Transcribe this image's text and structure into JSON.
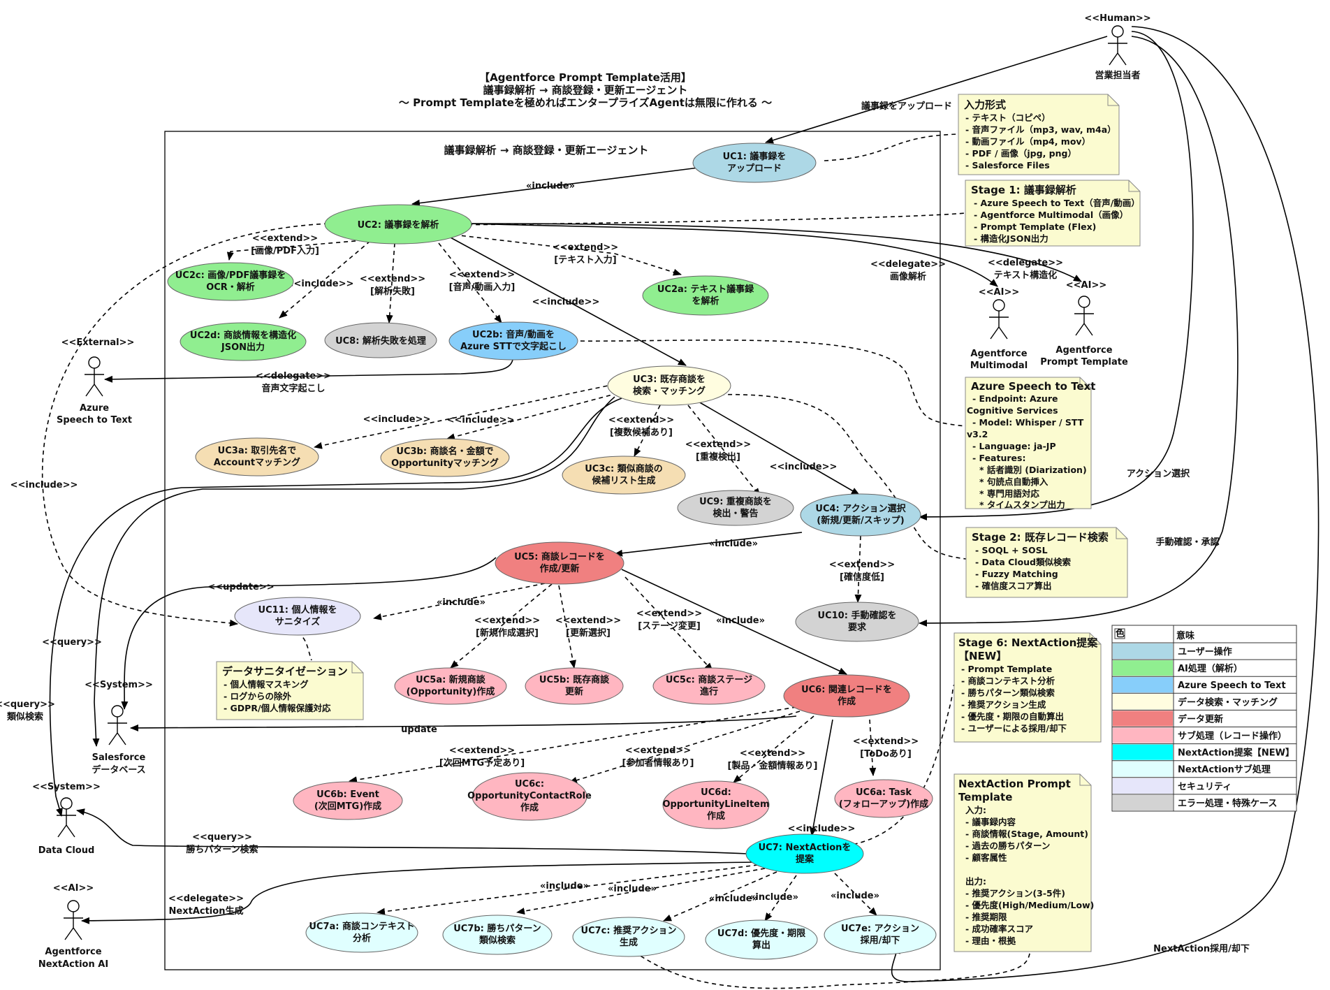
{
  "title": {
    "lines": [
      "【Agentforce Prompt Template活用】",
      "議事録解析 → 商談登録・更新エージェント",
      "〜 Prompt Templateを極めればエンタープライズAgentは無限に作れる 〜"
    ]
  },
  "system_title": "議事録解析 → 商談登録・更新エージェント",
  "actors": {
    "human": {
      "stereo": "<<Human>>",
      "name": [
        "営業担当者"
      ]
    },
    "azure": {
      "stereo": "<<External>>",
      "name": [
        "Azure",
        "Speech to Text"
      ]
    },
    "sfdb": {
      "stereo": "<<System>>",
      "name": [
        "Salesforce",
        "データベース"
      ]
    },
    "datacloud": {
      "stereo": "<<System>>",
      "name": [
        "Data Cloud"
      ]
    },
    "nextai": {
      "stereo": "<<AI>>",
      "name": [
        "Agentforce",
        "NextAction AI"
      ]
    },
    "multimodal": {
      "stereo": "<<AI>>",
      "name": [
        "Agentforce",
        "Multimodal"
      ]
    },
    "prompt": {
      "stereo": "<<AI>>",
      "name": [
        "Agentforce",
        "Prompt Template"
      ]
    }
  },
  "usecases": {
    "uc1": [
      "UC1: 議事録を",
      "アップロード"
    ],
    "uc2": [
      "UC2: 議事録を解析"
    ],
    "uc2c": [
      "UC2c: 画像/PDF議事録を",
      "OCR・解析"
    ],
    "uc2a": [
      "UC2a: テキスト議事録",
      "を解析"
    ],
    "uc2d": [
      "UC2d: 商談情報を構造化",
      "JSON出力"
    ],
    "uc8": [
      "UC8: 解析失敗を処理"
    ],
    "uc2b": [
      "UC2b: 音声/動画を",
      "Azure STTで文字起こし"
    ],
    "uc3": [
      "UC3: 既存商談を",
      "検索・マッチング"
    ],
    "uc3a": [
      "UC3a: 取引先名で",
      "Accountマッチング"
    ],
    "uc3b": [
      "UC3b: 商談名・金額で",
      "Opportunityマッチング"
    ],
    "uc3c": [
      "UC3c: 類似商談の",
      "候補リスト生成"
    ],
    "uc9": [
      "UC9: 重複商談を",
      "検出・警告"
    ],
    "uc4": [
      "UC4: アクション選択",
      "(新規/更新/スキップ)"
    ],
    "uc5": [
      "UC5: 商談レコードを",
      "作成/更新"
    ],
    "uc11": [
      "UC11: 個人情報を",
      "サニタイズ"
    ],
    "uc10": [
      "UC10: 手動確認を",
      "要求"
    ],
    "uc5a": [
      "UC5a: 新規商談",
      "(Opportunity)作成"
    ],
    "uc5b": [
      "UC5b: 既存商談",
      "更新"
    ],
    "uc5c": [
      "UC5c: 商談ステージ",
      "進行"
    ],
    "uc6": [
      "UC6: 関連レコードを",
      "作成"
    ],
    "uc6b": [
      "UC6b: Event",
      "(次回MTG)作成"
    ],
    "uc6c": [
      "UC6c:",
      "OpportunityContactRole",
      "作成"
    ],
    "uc6d": [
      "UC6d:",
      "OpportunityLineItem",
      "作成"
    ],
    "uc6a": [
      "UC6a: Task",
      "(フォローアップ)作成"
    ],
    "uc7": [
      "UC7: NextActionを",
      "提案"
    ],
    "uc7a": [
      "UC7a: 商談コンテキスト",
      "分析"
    ],
    "uc7b": [
      "UC7b: 勝ちパターン",
      "類似検索"
    ],
    "uc7c": [
      "UC7c: 推奨アクション",
      "生成"
    ],
    "uc7d": [
      "UC7d: 優先度・期限",
      "算出"
    ],
    "uc7e": [
      "UC7e: アクション",
      "採用/却下"
    ]
  },
  "edge_labels": {
    "upload": "議事録をアップロード",
    "include": "«include»",
    "include2": "<<include>>",
    "extend": "<<extend>>",
    "delegate": "<<delegate>>",
    "query": "<<query>>",
    "update": "<<update>>",
    "update_plain": "update",
    "img_pdf": "[画像/PDF入力]",
    "text_in": "[テキスト入力]",
    "parse_fail": "[解析失敗]",
    "av_in": "[音声/動画入力]",
    "img_parse": "画像解析",
    "text_struct": "テキスト構造化",
    "stt": "音声文字起こし",
    "multi_cand": "[複数候補あり]",
    "dup_detect": "[重複検出]",
    "low_conf": "[確信度低]",
    "new_sel": "[新規作成選択]",
    "upd_sel": "[更新選択]",
    "stage_chg": "[ステージ変更]",
    "next_mtg": "[次回MTG予定あり]",
    "attendees": "[参加者情報あり]",
    "products": "[製品・金額情報あり]",
    "todo": "[ToDoあり]",
    "similar": "類似検索",
    "win_pattern": "勝ちパターン検索",
    "na_gen": "NextAction生成",
    "action_sel": "アクション選択",
    "manual_ok": "手動確認・承認",
    "na_adopt": "NextAction採用/却下"
  },
  "notes": {
    "input": {
      "title": "入力形式",
      "lines": [
        "- テキスト（コピペ）",
        "- 音声ファイル（mp3, wav, m4a）",
        "- 動画ファイル（mp4, mov）",
        "- PDF / 画像（jpg, png）",
        "- Salesforce Files"
      ]
    },
    "stage1": {
      "title": "Stage 1: 議事録解析",
      "lines": [
        "- Azure Speech to Text（音声/動画）",
        "- Agentforce Multimodal（画像）",
        "- Prompt Template (Flex)",
        "- 構造化JSON出力"
      ]
    },
    "azure": {
      "title": "Azure Speech to Text",
      "lines": [
        "- Endpoint: Azure",
        "Cognitive Services",
        "- Model: Whisper / STT",
        "v3.2",
        "- Language: ja-JP",
        "- Features:",
        "* 話者識別 (Diarization)",
        "* 句読点自動挿入",
        "* 専門用語対応",
        "* タイムスタンプ出力"
      ]
    },
    "stage2": {
      "title": "Stage 2: 既存レコード検索",
      "lines": [
        "- SOQL + SOSL",
        "- Data Cloud類似検索",
        "- Fuzzy Matching",
        "- 確信度スコア算出"
      ]
    },
    "sanitize": {
      "title": "データサニタイゼーション",
      "lines": [
        "- 個人情報マスキング",
        "- ログからの除外",
        "- GDPR/個人情報保護対応"
      ]
    },
    "stage6": {
      "title": "Stage 6: NextAction提案",
      "title2": "【NEW】",
      "lines": [
        "- Prompt Template",
        "- 商談コンテキスト分析",
        "- 勝ちパターン類似検索",
        "- 推奨アクション生成",
        "- 優先度・期限の自動算出",
        "- ユーザーによる採用/却下"
      ]
    },
    "naprompt": {
      "title": "NextAction Prompt",
      "title2": "Template",
      "lines": [
        "入力:",
        "- 議事録内容",
        "- 商談情報(Stage, Amount)",
        "- 過去の勝ちパターン",
        "- 顧客属性",
        "",
        "出力:",
        "- 推奨アクション(3-5件)",
        "- 優先度(High/Medium/Low)",
        "- 推奨期限",
        "- 成功確率スコア",
        "- 理由・根拠"
      ]
    }
  },
  "legend": {
    "header": [
      "色",
      "意味"
    ],
    "rows": [
      {
        "color": "#add8e6",
        "label": "ユーザー操作"
      },
      {
        "color": "#90ee90",
        "label": "AI処理（解析）"
      },
      {
        "color": "#87cefa",
        "label": "Azure Speech to Text"
      },
      {
        "color": "#fffde0",
        "label": "データ検索・マッチング"
      },
      {
        "color": "#f08080",
        "label": "データ更新"
      },
      {
        "color": "#ffb6c1",
        "label": "サブ処理（レコード操作）"
      },
      {
        "color": "#00ffff",
        "label": "NextAction提案【NEW】"
      },
      {
        "color": "#e0ffff",
        "label": "NextActionサブ処理"
      },
      {
        "color": "#e6e6fa",
        "label": "セキュリティ"
      },
      {
        "color": "#d3d3d3",
        "label": "エラー処理・特殊ケース"
      }
    ]
  }
}
